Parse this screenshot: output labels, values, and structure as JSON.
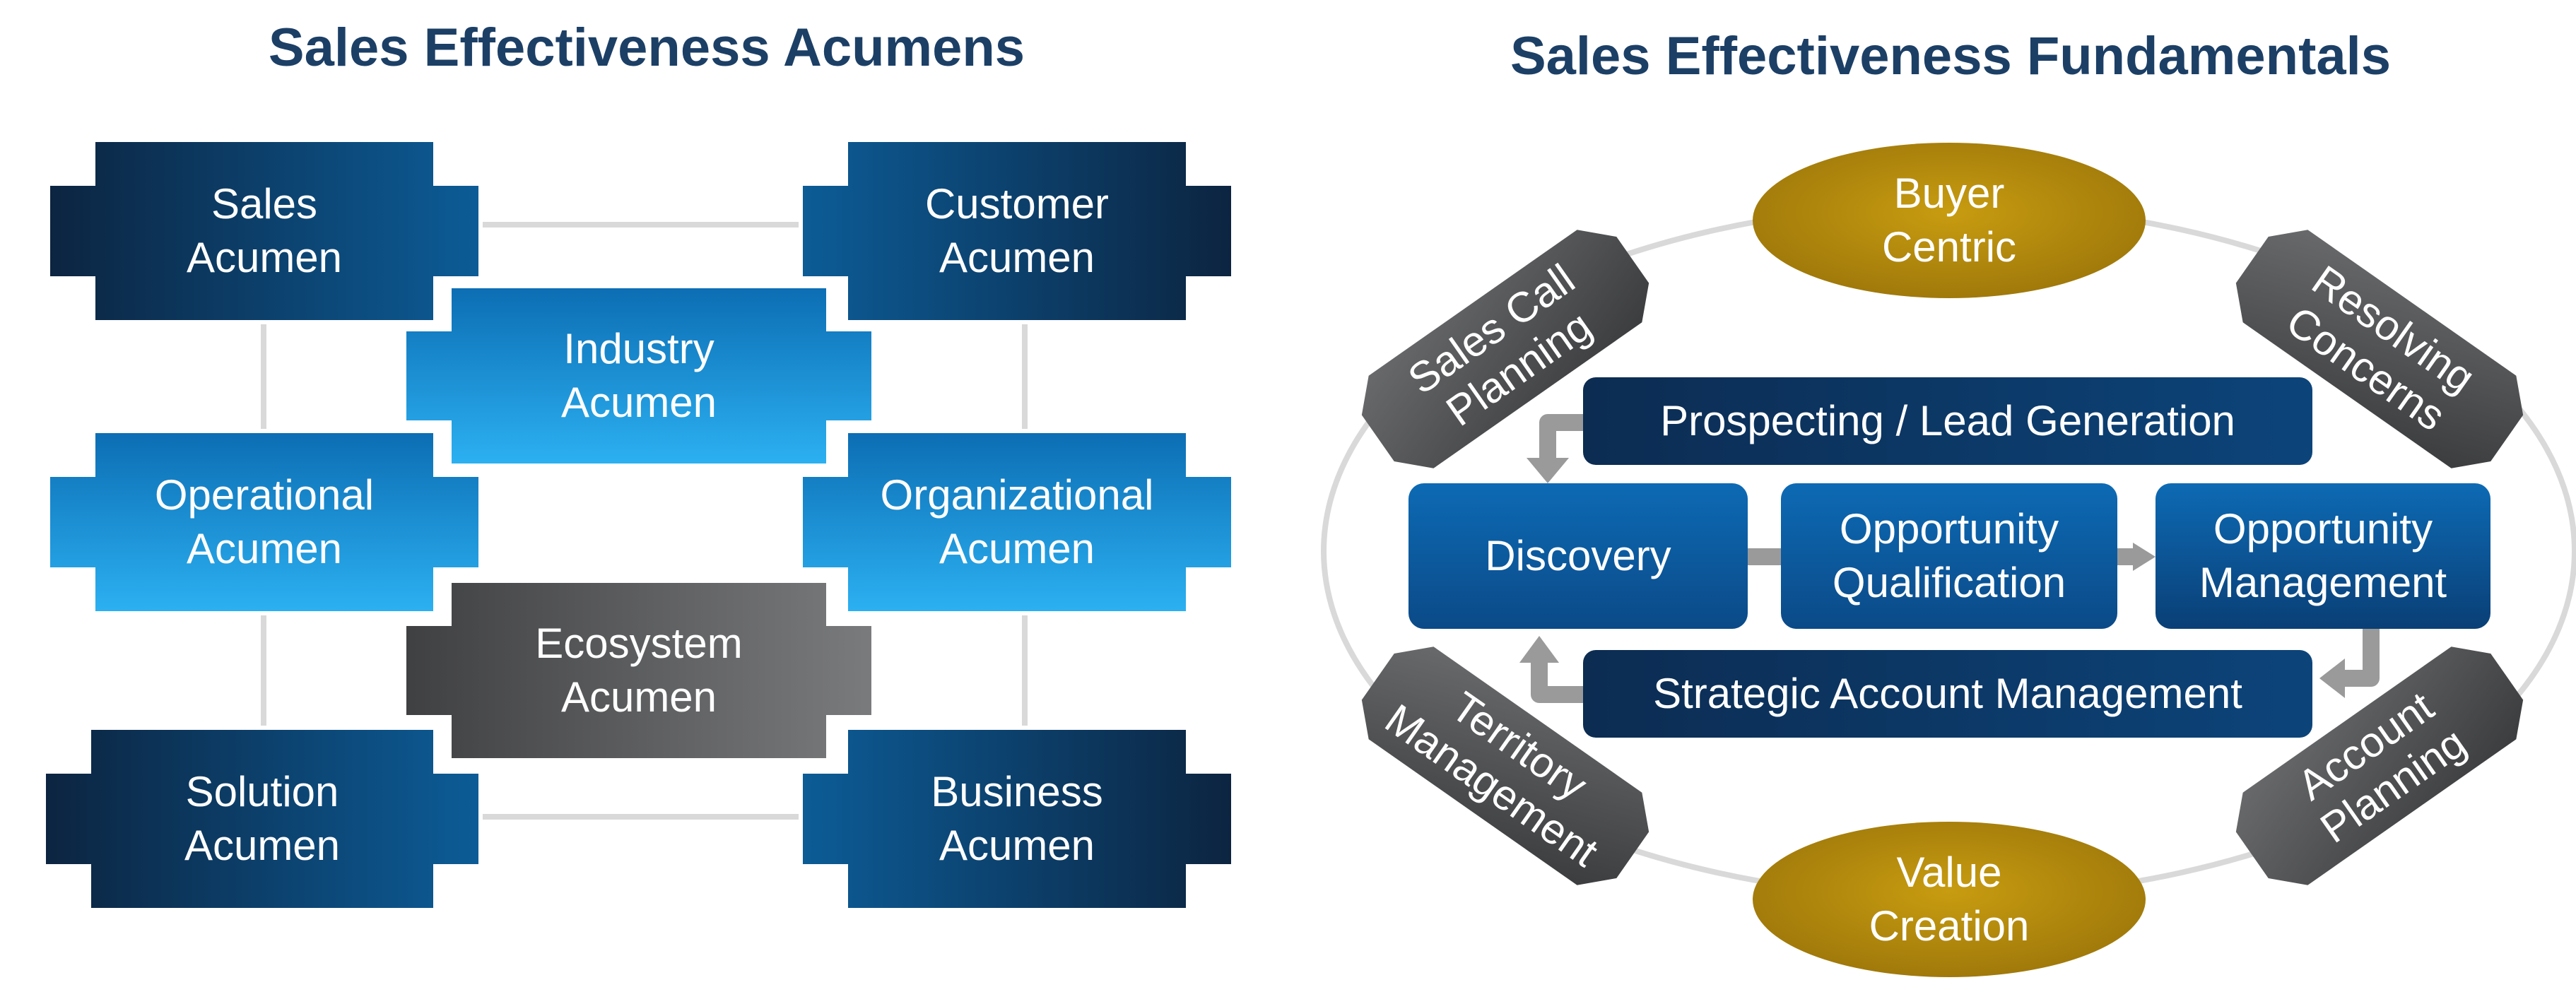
{
  "left_panel": {
    "title": "Sales Effectiveness Acumens",
    "acumens": [
      {
        "id": "sales",
        "lines": [
          "Sales",
          "Acumen"
        ]
      },
      {
        "id": "customer",
        "lines": [
          "Customer",
          "Acumen"
        ]
      },
      {
        "id": "industry",
        "lines": [
          "Industry",
          "Acumen"
        ]
      },
      {
        "id": "operational",
        "lines": [
          "Operational",
          "Acumen"
        ]
      },
      {
        "id": "organizational",
        "lines": [
          "Organizational",
          "Acumen"
        ]
      },
      {
        "id": "ecosystem",
        "lines": [
          "Ecosystem",
          "Acumen"
        ]
      },
      {
        "id": "solution",
        "lines": [
          "Solution",
          "Acumen"
        ]
      },
      {
        "id": "business",
        "lines": [
          "Business",
          "Acumen"
        ]
      }
    ]
  },
  "right_panel": {
    "title": "Sales Effectiveness Fundamentals",
    "ovals": {
      "buyer_centric": [
        "Buyer",
        "Centric"
      ],
      "value_creation": [
        "Value",
        "Creation"
      ]
    },
    "corners": {
      "sales_call_planning": [
        "Sales Call",
        "Planning"
      ],
      "resolving_concerns": [
        "Resolving",
        "Concerns"
      ],
      "territory_management": [
        "Territory",
        "Management"
      ],
      "account_planning": [
        "Account",
        "Planning"
      ]
    },
    "process": {
      "prospecting": "Prospecting / Lead Generation",
      "discovery": "Discovery",
      "opportunity_qualification": [
        "Opportunity",
        "Qualification"
      ],
      "opportunity_management": [
        "Opportunity",
        "Management"
      ],
      "strategic_account_management": "Strategic Account Management"
    }
  },
  "colors": {
    "title": "#1c3f66",
    "dark_navy": "#0e2846",
    "mid_blue": "#0a4f86",
    "light_blue": "#18a0e6",
    "gray": "#58595b",
    "gold": "#b48a0c",
    "connector": "#d9d9d9"
  }
}
